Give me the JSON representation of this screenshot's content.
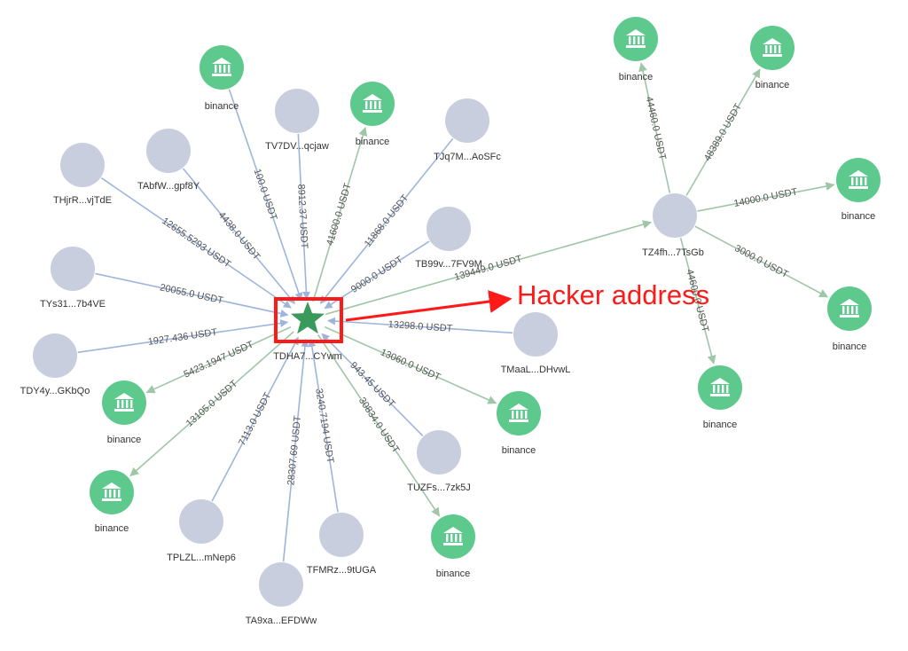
{
  "colors": {
    "edge_in": "#9db5db",
    "edge_out": "#9fc6a7",
    "wallet_node": "#c9cedf",
    "exchange_node": "#5dc98d",
    "star": "#3a9a5b",
    "annotation": "#ff1a1a",
    "label": "#333333"
  },
  "annotation": {
    "text": "Hacker address"
  },
  "nodes": [
    {
      "id": "center",
      "type": "hacker-star",
      "label": "TDHA7...CYwm"
    },
    {
      "id": "tz4fh",
      "type": "wallet",
      "label": "TZ4fh...7TsGb"
    },
    {
      "id": "thjrr",
      "type": "wallet",
      "label": "THjrR...vjTdE"
    },
    {
      "id": "tabfw",
      "type": "wallet",
      "label": "TAbfW...gpf8Y"
    },
    {
      "id": "tv7dv",
      "type": "wallet",
      "label": "TV7DV...qcjaw"
    },
    {
      "id": "tjq7m",
      "type": "wallet",
      "label": "TJq7M...AoSFc"
    },
    {
      "id": "tb99v",
      "type": "wallet",
      "label": "TB99v...7FV9M"
    },
    {
      "id": "tys31",
      "type": "wallet",
      "label": "TYs31...7b4VE"
    },
    {
      "id": "tdy4y",
      "type": "wallet",
      "label": "TDY4y...GKbQo"
    },
    {
      "id": "tmaal",
      "type": "wallet",
      "label": "TMaaL...DHvwL"
    },
    {
      "id": "tuzfs",
      "type": "wallet",
      "label": "TUZFs...7zk5J"
    },
    {
      "id": "tplzl",
      "type": "wallet",
      "label": "TPLZL...mNep6"
    },
    {
      "id": "tfmrz",
      "type": "wallet",
      "label": "TFMRz...9tUGA"
    },
    {
      "id": "ta9xa",
      "type": "wallet",
      "label": "TA9xa...EFDWw"
    },
    {
      "id": "b1",
      "type": "exchange",
      "label": "binance"
    },
    {
      "id": "b2",
      "type": "exchange",
      "label": "binance"
    },
    {
      "id": "b3",
      "type": "exchange",
      "label": "binance"
    },
    {
      "id": "b4",
      "type": "exchange",
      "label": "binance"
    },
    {
      "id": "b5",
      "type": "exchange",
      "label": "binance"
    },
    {
      "id": "b6",
      "type": "exchange",
      "label": "binance"
    },
    {
      "id": "b7",
      "type": "exchange",
      "label": "binance"
    },
    {
      "id": "b8",
      "type": "exchange",
      "label": "binance"
    },
    {
      "id": "b9",
      "type": "exchange",
      "label": "binance"
    },
    {
      "id": "b10",
      "type": "exchange",
      "label": "binance"
    },
    {
      "id": "b11",
      "type": "exchange",
      "label": "binance"
    }
  ],
  "edges": [
    {
      "from": "thjrr",
      "to": "center",
      "label": "12655.5293 USDT"
    },
    {
      "from": "tabfw",
      "to": "center",
      "label": "4438.0 USDT"
    },
    {
      "from": "b1",
      "to": "center",
      "label": "100.0 USDT"
    },
    {
      "from": "tv7dv",
      "to": "center",
      "label": "8912.37 USDT"
    },
    {
      "from": "center",
      "to": "b2",
      "label": "41600.0 USDT"
    },
    {
      "from": "tjq7m",
      "to": "center",
      "label": "11868.0 USDT"
    },
    {
      "from": "tb99v",
      "to": "center",
      "label": "9000.0 USDT"
    },
    {
      "from": "tys31",
      "to": "center",
      "label": "20055.0 USDT"
    },
    {
      "from": "tdy4y",
      "to": "center",
      "label": "1927.436 USDT"
    },
    {
      "from": "center",
      "to": "b3",
      "label": "5423.1947 USDT"
    },
    {
      "from": "center",
      "to": "b4",
      "label": "13105.0 USDT"
    },
    {
      "from": "tplzl",
      "to": "center",
      "label": "7113.0 USDT"
    },
    {
      "from": "ta9xa",
      "to": "center",
      "label": "28307.69 USDT"
    },
    {
      "from": "tfmrz",
      "to": "center",
      "label": "3240.7194 USDT"
    },
    {
      "from": "center",
      "to": "b5",
      "label": "30834.0 USDT"
    },
    {
      "from": "tuzfs",
      "to": "center",
      "label": "943.45 USDT"
    },
    {
      "from": "center",
      "to": "b6",
      "label": "13060.0 USDT"
    },
    {
      "from": "tmaal",
      "to": "center",
      "label": "13298.0 USDT"
    },
    {
      "from": "center",
      "to": "tz4fh",
      "label": "139449.0 USDT"
    },
    {
      "from": "tz4fh",
      "to": "b7",
      "label": "44460.0 USDT"
    },
    {
      "from": "tz4fh",
      "to": "b8",
      "label": "48389.0 USDT"
    },
    {
      "from": "tz4fh",
      "to": "b9",
      "label": "14000.0 USDT"
    },
    {
      "from": "tz4fh",
      "to": "b10",
      "label": "3000.0 USDT"
    },
    {
      "from": "tz4fh",
      "to": "b11",
      "label": "44600.0 USDT"
    }
  ]
}
